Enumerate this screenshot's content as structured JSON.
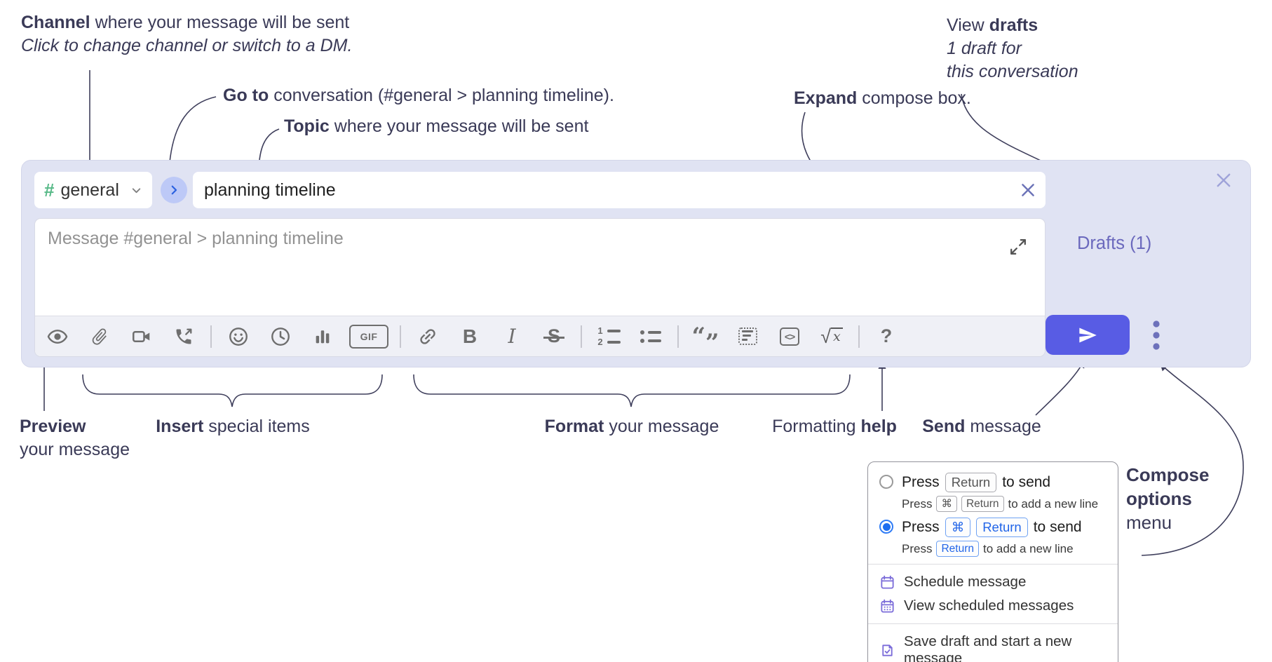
{
  "annotations": {
    "channel": {
      "bold": "Channel",
      "rest": " where your message will be sent",
      "sub": "Click to change channel or switch to a DM."
    },
    "goto": {
      "bold": "Go to",
      "rest": " conversation (#general > planning timeline)."
    },
    "topic": {
      "bold": "Topic",
      "rest": " where your message will be sent"
    },
    "expand": {
      "bold": "Expand",
      "rest": " compose box."
    },
    "view_drafts": {
      "pre": "View ",
      "bold": "drafts",
      "line2": "1 draft for",
      "line3": "this conversation"
    },
    "preview": {
      "line1": "Preview",
      "line2": "your message"
    },
    "insert": {
      "bold": "Insert",
      "rest": " special items"
    },
    "format": {
      "bold": "Format",
      "rest": " your message"
    },
    "formatting_help": {
      "pre": "Formatting ",
      "bold": "help"
    },
    "send": {
      "bold": "Send",
      "rest": " message"
    },
    "compose_options": {
      "line1": "Compose",
      "line2": "options",
      "line3": "menu"
    }
  },
  "compose": {
    "channel_hash": "#",
    "channel_name": "general",
    "topic_value": "planning timeline",
    "message_placeholder": "Message #general > planning timeline",
    "drafts_label": "Drafts (1)"
  },
  "toolbar_text": {
    "gif": "GIF",
    "bold": "B",
    "italic": "I",
    "strike": "S",
    "quote_open": "“",
    "quote_close": "”",
    "code": "<>",
    "sqrt": "√",
    "x": "x",
    "help": "?",
    "num1": "1",
    "num2": "2"
  },
  "popup": {
    "option1": {
      "main_pre": "Press",
      "main_key": "Return",
      "main_post": "to send",
      "sub_pre": "Press",
      "sub_keys": [
        "⌘",
        "Return"
      ],
      "sub_post": "to add a new line"
    },
    "option2": {
      "main_pre": "Press",
      "main_keys": [
        "⌘",
        "Return"
      ],
      "main_post": "to send",
      "sub_pre": "Press",
      "sub_key": "Return",
      "sub_post": "to add a new line"
    },
    "items": [
      {
        "label": "Schedule message"
      },
      {
        "label": "View scheduled messages"
      },
      {
        "label": "Save draft and start a new message"
      }
    ]
  },
  "colors": {
    "compose_bg": "#e0e3f3",
    "send_button": "#585ce4",
    "drafts_link": "#6b69bd",
    "annotation_text": "#3a3a57",
    "icon_gray": "#6e6e6e",
    "hash_green": "#57b987",
    "goto_circle": "#bdc9f7",
    "goto_chevron": "#2c62e0",
    "popup_blue": "#2265e8",
    "menu_icon_purple": "#7b6cd9"
  }
}
